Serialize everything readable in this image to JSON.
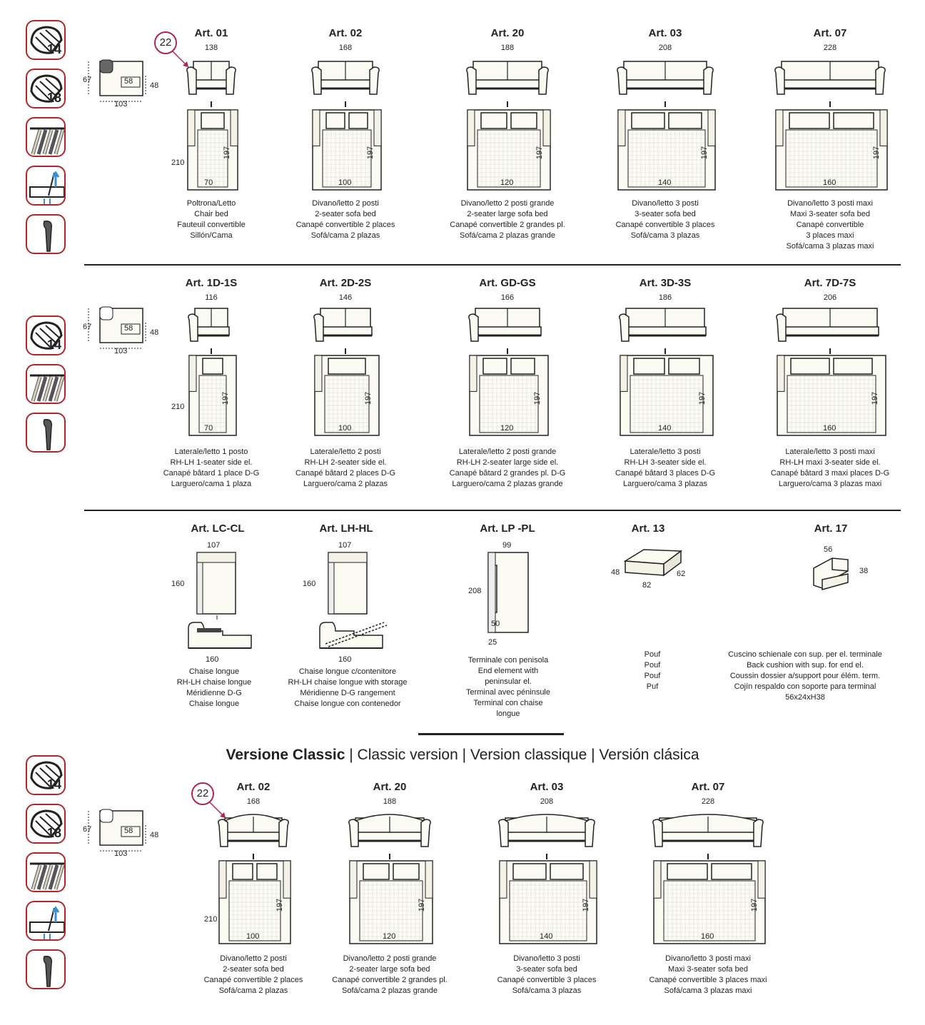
{
  "section1": {
    "icon_numbers": [
      "14",
      "18"
    ],
    "side_dims": {
      "height": "67",
      "seat": "48",
      "depth": "103",
      "inner": "58"
    },
    "marker": "22",
    "depth_label": "210",
    "mattress_length": "197",
    "items": [
      {
        "art": "Art. 01",
        "width": "138",
        "bed": "70",
        "desc": [
          "Poltrona/Letto",
          "Chair bed",
          "Fauteuil convertible",
          "Sillón/Cama"
        ]
      },
      {
        "art": "Art. 02",
        "width": "168",
        "bed": "100",
        "desc": [
          "Divano/letto 2 posti",
          "2-seater sofa bed",
          "Canapé convertible 2 places",
          "Sofá/cama 2 plazas"
        ]
      },
      {
        "art": "Art. 20",
        "width": "188",
        "bed": "120",
        "desc": [
          "Divano/letto 2 posti grande",
          "2-seater large sofa bed",
          "Canapé convertible 2 grandes pl.",
          "Sofá/cama 2 plazas grande"
        ]
      },
      {
        "art": "Art. 03",
        "width": "208",
        "bed": "140",
        "desc": [
          "Divano/letto 3 posti",
          "3-seater sofa bed",
          "Canapé convertible 3 places",
          "Sofá/cama 3 plazas"
        ]
      },
      {
        "art": "Art. 07",
        "width": "228",
        "bed": "160",
        "desc": [
          "Divano/letto 3 posti maxi",
          "Maxi 3-seater sofa bed",
          "Canapé convertible",
          "3 places maxi",
          "Sofá/cama 3 plazas maxi"
        ]
      }
    ]
  },
  "section2": {
    "icon_numbers": [
      "14"
    ],
    "side_dims": {
      "height": "67",
      "seat": "48",
      "depth": "103",
      "inner": "58"
    },
    "depth_label": "210",
    "mattress_length": "197",
    "items": [
      {
        "art": "Art. 1D-1S",
        "width": "116",
        "bed": "70",
        "desc": [
          "Laterale/letto 1 posto",
          "RH-LH 1-seater side el.",
          "Canapé bâtard 1 place D-G",
          "Larguero/cama 1 plaza"
        ]
      },
      {
        "art": "Art. 2D-2S",
        "width": "146",
        "bed": "100",
        "desc": [
          "Laterale/letto 2 posti",
          "RH-LH 2-seater side el.",
          "Canapé bâtard 2 places D-G",
          "Larguero/cama 2 plazas"
        ]
      },
      {
        "art": "Art. GD-GS",
        "width": "166",
        "bed": "120",
        "desc": [
          "Laterale/letto 2 posti grande",
          "RH-LH 2-seater large side el.",
          "Canapé bâtard 2 grandes pl. D-G",
          "Larguero/cama 2 plazas grande"
        ]
      },
      {
        "art": "Art. 3D-3S",
        "width": "186",
        "bed": "140",
        "desc": [
          "Laterale/letto 3 posti",
          "RH-LH 3-seater side el.",
          "Canapé bâtard 3 places D-G",
          "Larguero/cama 3 plazas"
        ]
      },
      {
        "art": "Art. 7D-7S",
        "width": "206",
        "bed": "160",
        "desc": [
          "Laterale/letto 3 posti maxi",
          "RH-LH maxi 3-seater side el.",
          "Canapé bâtard 3 maxi places D-G",
          "Larguero/cama 3 plazas maxi"
        ]
      }
    ]
  },
  "section3": {
    "items": [
      {
        "art": "Art. LC-CL",
        "width": "107",
        "length": "160",
        "bed": "160",
        "desc": [
          "Chaise longue",
          "RH-LH chaise longue",
          "Méridienne D-G",
          "Chaise longue"
        ]
      },
      {
        "art": "Art. LH-HL",
        "width": "107",
        "length": "160",
        "bed": "160",
        "desc": [
          "Chaise longue c/contenitore",
          "RH-LH chaise longue with storage",
          "Méridienne D-G rangement",
          "Chaise longue con contenedor"
        ]
      },
      {
        "art": "Art. LP -PL",
        "width": "99",
        "length": "208",
        "inner": "50",
        "foot": "25",
        "desc": [
          "Terminale con penisola",
          "End element with",
          "peninsular el.",
          "Terminal avec péninsule",
          "Terminal con chaise",
          "longue"
        ]
      },
      {
        "art": "Art. 13",
        "w": "82",
        "h": "48",
        "d": "62",
        "desc": [
          "Pouf",
          "Pouf",
          "Pouf",
          "Puf"
        ]
      },
      {
        "art": "Art. 17",
        "w": "56",
        "d": "38",
        "desc": [
          "Cuscino schienale con sup. per el. terminale",
          "Back cushion with sup. for end el.",
          "Coussin dossier a/support pour élém. term.",
          "Cojín respaldo con soporte para terminal",
          "56x24xH38"
        ]
      }
    ]
  },
  "classic": {
    "title_bold": "Versione Classic",
    "title_rest": "| Classic version | Version classique | Versión clásica",
    "icon_numbers": [
      "14",
      "18"
    ],
    "side_dims": {
      "height": "67",
      "seat": "48",
      "depth": "103",
      "inner": "58"
    },
    "marker": "22",
    "depth_label": "210",
    "mattress_length": "197",
    "items": [
      {
        "art": "Art. 02",
        "width": "168",
        "bed": "100",
        "desc": [
          "Divano/letto 2 posti",
          "2-seater sofa bed",
          "Canapé convertible 2 places",
          "Sofá/cama 2 plazas"
        ]
      },
      {
        "art": "Art. 20",
        "width": "188",
        "bed": "120",
        "desc": [
          "Divano/letto 2 posti grande",
          "2-seater large sofa bed",
          "Canapé convertible 2 grandes pl.",
          "Sofá/cama 2 plazas grande"
        ]
      },
      {
        "art": "Art. 03",
        "width": "208",
        "bed": "140",
        "desc": [
          "Divano/letto 3 posti",
          "3-seater sofa bed",
          "Canapé convertible 3 places",
          "Sofá/cama 3 plazas"
        ]
      },
      {
        "art": "Art. 07",
        "width": "228",
        "bed": "160",
        "desc": [
          "Divano/letto 3 posti maxi",
          "Maxi 3-seater sofa bed",
          "Canapé convertible 3 places maxi",
          "Sofá/cama 3 plazas maxi"
        ]
      }
    ]
  }
}
